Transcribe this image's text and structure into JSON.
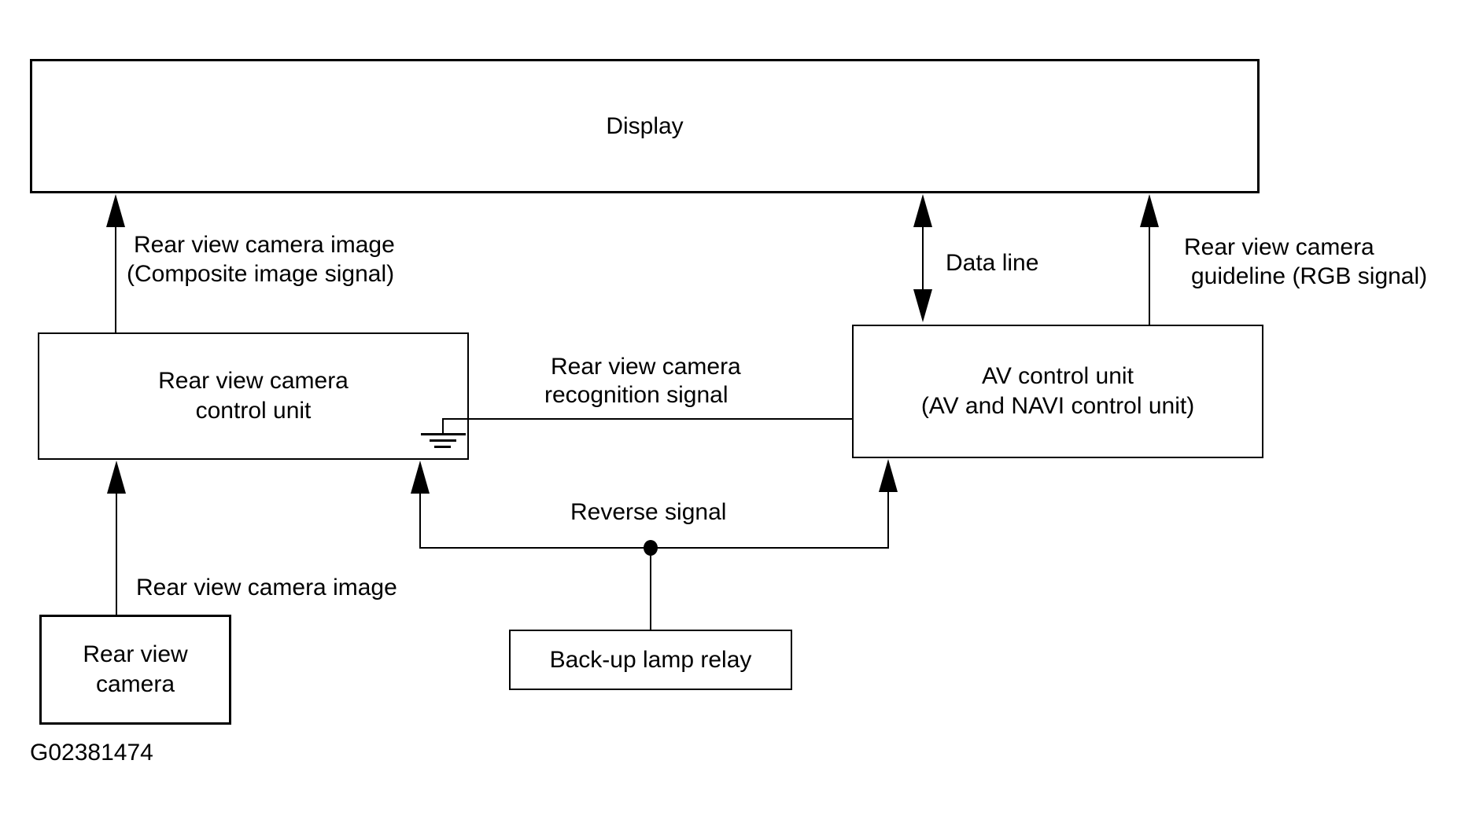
{
  "figure_id": "G02381474",
  "colors": {
    "line": "#000000",
    "background": "#ffffff"
  },
  "icons": {
    "ground": "earth-ground-symbol",
    "junction": "wire-junction-dot",
    "arrowheads": "filled-triangle"
  },
  "boxes": {
    "display": {
      "label": "Display"
    },
    "camera_control_unit": {
      "line1": "Rear view camera",
      "line2": "control unit"
    },
    "av_control_unit": {
      "line1": "AV control unit",
      "line2": "(AV and NAVI control unit)"
    },
    "rear_view_camera": {
      "line1": "Rear view",
      "line2": "camera"
    },
    "backup_lamp_relay": {
      "label": "Back-up lamp relay"
    }
  },
  "labels": {
    "camera_image_composite": {
      "line1": "Rear view camera image",
      "line2": "(Composite image signal)"
    },
    "data_line": "Data line",
    "camera_guideline": {
      "line1": "Rear view camera",
      "line2": "guideline (RGB signal)"
    },
    "camera_recognition": {
      "line1": "Rear view camera",
      "line2": "recognition signal"
    },
    "reverse_signal": "Reverse signal",
    "camera_image": "Rear view camera image"
  }
}
